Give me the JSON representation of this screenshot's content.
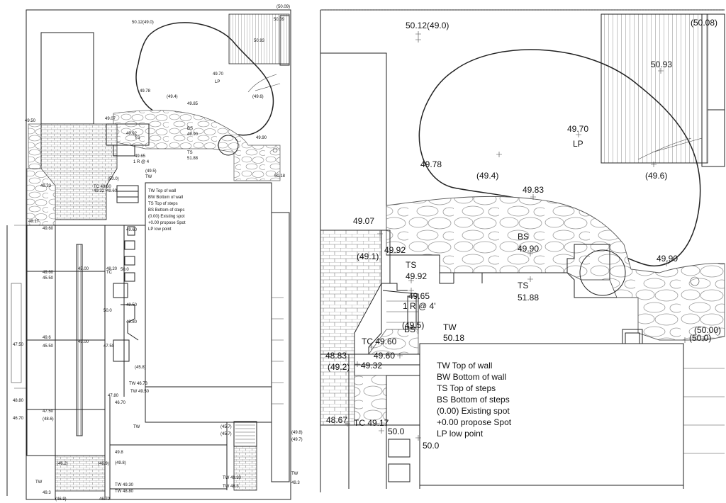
{
  "diagram": {
    "colors": {
      "line": "#222222",
      "paper": "#ffffff",
      "stone": "#888888"
    },
    "legend": [
      "TW Top of wall",
      "BW Bottom of wall",
      "TS Top of steps",
      "BS Bottom of steps",
      "(0.00)  Existing spot",
      "+0.00 propose Spot",
      "LP low point"
    ],
    "overview_labels": [
      "(50.09)",
      "50.12(49.0)",
      "50.09",
      "50.93",
      "49.70",
      "LP",
      "49.78",
      "(49.4)",
      "(49.6)",
      "49.85",
      "49.50",
      "49.07",
      "49.92",
      "BS",
      "49.90",
      "49.90",
      "TS",
      "51.88",
      "TS",
      "49.65",
      "1 R @ 4",
      "(49.5)",
      "TW",
      "50.18",
      "(50.0)",
      "TC 49.60",
      "49.33",
      "49.60",
      "49.32",
      "49.17",
      "49.60",
      "45.50",
      "45.00",
      "48.20",
      "TC",
      "49.60",
      "50.0",
      "50.0",
      "48.50",
      "49.80",
      "49.60",
      "49.6",
      "45.50",
      "45.00",
      "47.50",
      "47.50",
      "47.50",
      "48.80",
      "46.70",
      "(48.6)",
      "47.80",
      "46.70",
      "TW 46.73",
      "TW 49.50",
      "(45.7)",
      "(45.7)",
      "(49.8)",
      "(49.7)",
      "TW",
      "49.8",
      "(49.8)",
      "TW 49.30",
      "TW 48.80",
      "TW 49.30",
      "TW 48.3",
      "TW",
      "49.3",
      "TW",
      "49.3",
      "(46.9)",
      "46.70",
      "(46.2)",
      "(46.9)",
      "(45.8)",
      "45.8",
      "48.8"
    ],
    "detail_labels": {
      "spot_nw": "50.12(49.0)",
      "spot_ne": "(50.08)",
      "spot_bed": "50.93",
      "lp_value": "49.70",
      "lp_tag": "LP",
      "spot_bed_w": "49.78",
      "spot_bed_c": "(49.4)",
      "spot_bed_e": "(49.6)",
      "spot_edge": "49.83",
      "spot_wall_top": "49.07",
      "spot_wall_ex": "(49.1)",
      "spot_wall_92": "49.92",
      "ts1": "TS",
      "ts1_val": "49.92",
      "bs": "BS",
      "bs_val": "49.90",
      "spot_e": "49.90",
      "ts2": "TS",
      "ts2_val": "51.88",
      "step_val": "49.65",
      "riser": "1 R @ 4'",
      "bs2": "(49.5)",
      "bs2_tag": "BS",
      "tw": "TW",
      "tw_val": "50.18",
      "spot_50": "(50.00)",
      "spot_50b": "(50.0)",
      "tc1": "TC 49.60",
      "tc1b": "49.60",
      "spot_4883": "48.83",
      "spot_492": "(49.2)",
      "spot_4932": "49.32",
      "spot_4867": "48.67",
      "tc2": "TC 49.17",
      "spot_500a": "50.0",
      "spot_500b": "50.0"
    }
  }
}
